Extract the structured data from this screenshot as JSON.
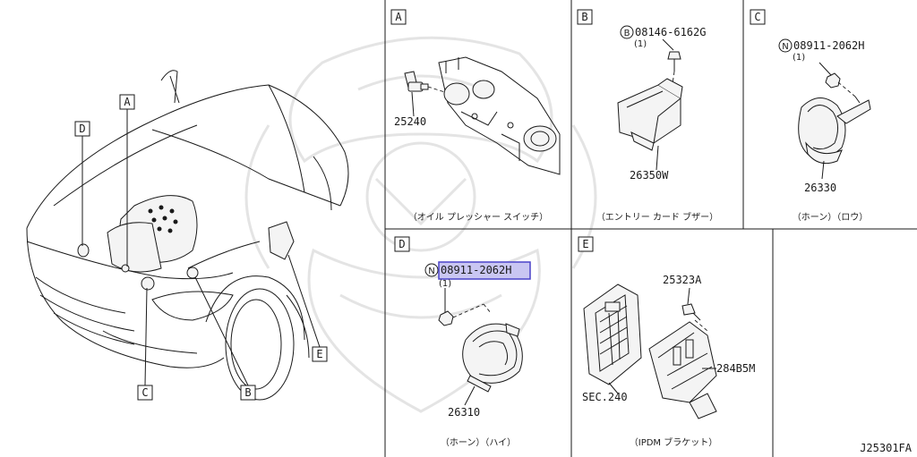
{
  "overview": {
    "callouts": {
      "a": "A",
      "b": "B",
      "c": "C",
      "d": "D",
      "e": "E"
    }
  },
  "panels": {
    "a": {
      "letter": "A",
      "part_number": "25240",
      "caption": "（オイル プレッシャー スイッチ）"
    },
    "b": {
      "letter": "B",
      "bolt_prefix": "B",
      "bolt_number": "08146-6162G",
      "bolt_qty": "(1)",
      "part_number": "26350W",
      "caption": "（エントリー カード ブザー）"
    },
    "c": {
      "letter": "C",
      "nut_prefix": "N",
      "nut_number": "08911-2062H",
      "nut_qty": "(1)",
      "part_number": "26330",
      "caption": "（ホーン）（ロウ）"
    },
    "d": {
      "letter": "D",
      "nut_prefix": "N",
      "nut_number": "08911-2062H",
      "nut_qty": "(1)",
      "part_number": "26310",
      "caption": "（ホーン）（ハイ）"
    },
    "e": {
      "letter": "E",
      "bolt_number": "25323A",
      "bracket_number": "284B5M",
      "section_ref": "SEC.240",
      "caption": "（IPDM ブラケット）"
    }
  },
  "diagram_code": "J25301FA",
  "colors": {
    "highlight_fill": "#c9c6f2",
    "highlight_stroke": "#4b43c9",
    "watermark": "#d9d9d9"
  }
}
